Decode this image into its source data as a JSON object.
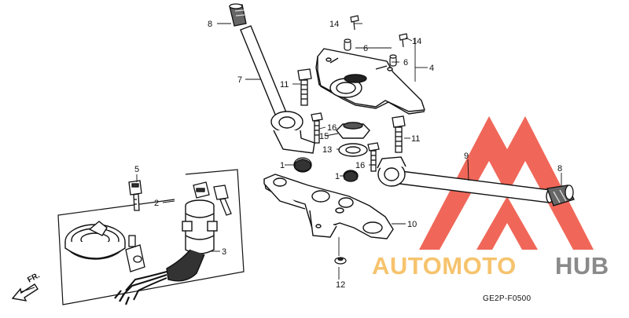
{
  "diagram": {
    "callouts": [
      {
        "id": "c8a",
        "label": "8"
      },
      {
        "id": "c7",
        "label": "7"
      },
      {
        "id": "c14a",
        "label": "14"
      },
      {
        "id": "c14b",
        "label": "14"
      },
      {
        "id": "c6a",
        "label": "6"
      },
      {
        "id": "c6b",
        "label": "6"
      },
      {
        "id": "c4",
        "label": "4"
      },
      {
        "id": "c11a",
        "label": "11"
      },
      {
        "id": "c16a",
        "label": "16"
      },
      {
        "id": "c15",
        "label": "15"
      },
      {
        "id": "c11b",
        "label": "11"
      },
      {
        "id": "c13",
        "label": "13"
      },
      {
        "id": "c9",
        "label": "9"
      },
      {
        "id": "c8b",
        "label": "8"
      },
      {
        "id": "c1a",
        "label": "1"
      },
      {
        "id": "c1b",
        "label": "1"
      },
      {
        "id": "c16b",
        "label": "16"
      },
      {
        "id": "c5",
        "label": "5"
      },
      {
        "id": "c2",
        "label": "2"
      },
      {
        "id": "c10",
        "label": "10"
      },
      {
        "id": "c3",
        "label": "3"
      },
      {
        "id": "c12",
        "label": "12"
      }
    ],
    "direction_label": "FR.",
    "diagram_code": "GE2P-F0500"
  },
  "watermark": {
    "text_part1": "AUTOMOTO",
    "text_part2": "HUB",
    "colors": {
      "part1": "#f6c36d",
      "part2": "#8a8a8a",
      "triangle": "#ee4d3d"
    }
  }
}
